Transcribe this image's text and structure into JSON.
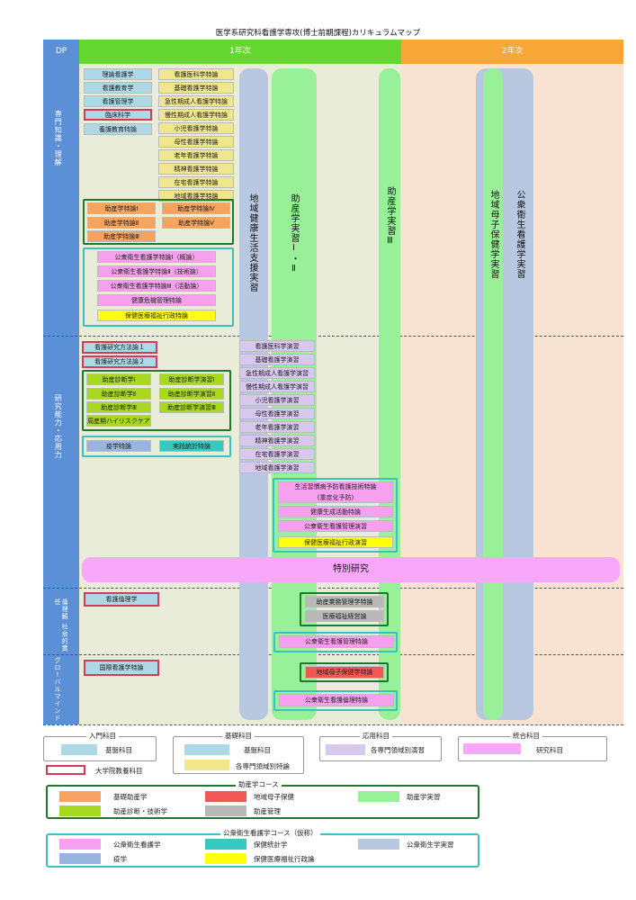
{
  "title": "医学系研究科看護学専攻(博士前期課程)カリキュラムマップ",
  "header": {
    "dp": "DP",
    "year1": "1年次",
    "year2": "2年次"
  },
  "sections": {
    "A": "専門知識・理解",
    "B": "研究能力・応用力",
    "C": "倫理観 社会的責任",
    "D": "グローバルマインド"
  },
  "colors": {
    "orientation": "#add8e6",
    "foundation": "#f0e68c",
    "applied": "#d8c8f0",
    "integrated": "#f8a8f8",
    "midwifery_basic": "#f4a460",
    "midwifery_diag": "#a8d820",
    "community_maternal": "#f05858",
    "midwifery_mgmt": "#b8b8b8",
    "midwifery_practice": "#98f098",
    "public_health": "#f8a0f0",
    "epidemiology": "#98b4e0",
    "statistics": "#38c8c0",
    "health_policy": "#ffff10",
    "public_health_practice": "#b8c8e0"
  },
  "columns": {
    "community_support": "地域健康生活支援実習",
    "midwifery_1_2": "助産学実習Ⅰ・Ⅱ",
    "midwifery_3": "助産学実習Ⅲ",
    "maternal_health": "地域母子保健学実習",
    "public_health": "公衆衛生看護学実習",
    "special_research": "特別研究"
  },
  "sectionA": {
    "left": [
      "理論看護学",
      "看護教育学",
      "看護管理学",
      "臨床科学",
      "養護教育特論"
    ],
    "right": [
      "看護医科学特論",
      "基礎看護学特論",
      "急性期成人看護学特論",
      "慢性期成人看護学特論",
      "小児看護学特論",
      "母性看護学特論",
      "老年看護学特論",
      "精神看護学特論",
      "在宅看護学特論",
      "地域看護学特論"
    ],
    "midwifery": [
      "助産学特論Ⅰ",
      "助産学特論Ⅳ",
      "助産学特論Ⅱ",
      "助産学特論Ⅴ",
      "助産学特論Ⅲ"
    ],
    "public_health": [
      "公衆衛生看護学特論Ⅰ（概論）",
      "公衆衛生看護学特論Ⅱ（技術論）",
      "公衆衛生看護学特論Ⅲ（活動論）",
      "健康危機管理特論",
      "保健医療福祉行政特論"
    ]
  },
  "sectionB": {
    "methods": [
      "看護研究方法論１",
      "看護研究方法論２"
    ],
    "diag": [
      "助産診断学Ⅰ",
      "助産診断学演習Ⅰ",
      "助産診断学Ⅱ",
      "助産診断学演習Ⅱ",
      "助産診断学Ⅲ",
      "助産診断学演習Ⅲ",
      "周産期ハイリスクケア"
    ],
    "epi": [
      "疫学特論",
      "実践統計特論"
    ],
    "seminars": [
      "看護医科学演習",
      "基礎看護学演習",
      "急性期成人看護学演習",
      "慢性期成人看護学演習",
      "小児看護学演習",
      "母性看護学演習",
      "老年看護学演習",
      "精神看護学演習",
      "在宅看護学演習",
      "地域看護学演習"
    ],
    "ph": [
      "生活習慣病予防看護技術特論",
      "(重症化予防)",
      "健康生成活動特論",
      "公衆衛生看護管理演習",
      "保健医療福祉行政演習"
    ]
  },
  "sectionC": {
    "ethics": "看護倫理学",
    "mgmt1": "助産業務管理学特論",
    "mgmt2": "医療福祉経営論",
    "ph": "公衆衛生看護管理特論"
  },
  "sectionD": {
    "intl": "国際看護学特論",
    "maternal": "地域母子保健学特論",
    "ph": "公衆衛生看護倫理特論"
  },
  "legend": {
    "intro_title": "入門科目",
    "intro_item": "基盤科目",
    "grad_item": "大学院教養科目",
    "basic_title": "基礎科目",
    "basic_item1": "基盤科目",
    "basic_item2": "各専門領域別特論",
    "applied_title": "応用科目",
    "applied_item": "各専門領域別演習",
    "integ_title": "統合科目",
    "integ_item": "研究科目",
    "mid_title": "助産学コース",
    "mid_items": [
      "基礎助産学",
      "地域母子保健",
      "助産学実習",
      "助産診断・技術学",
      "助産管理"
    ],
    "ph_title": "公衆衛生看護学コース（仮称）",
    "ph_items": [
      "公衆衛生看護学",
      "保健統計学",
      "公衆衛生学実習",
      "疫学",
      "保健医療福祉行政論"
    ]
  }
}
